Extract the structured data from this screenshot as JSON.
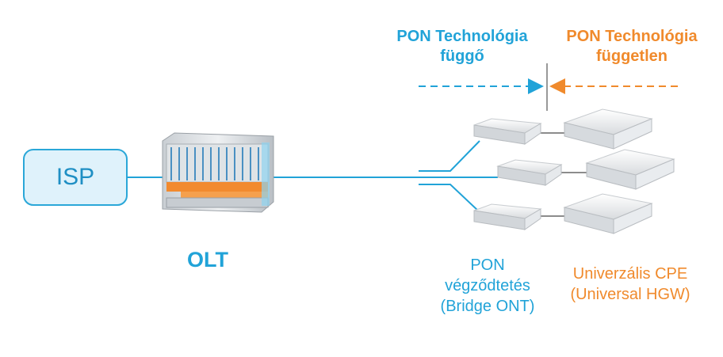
{
  "isp": {
    "label": "ISP"
  },
  "olt": {
    "label": "OLT"
  },
  "header": {
    "dependent": {
      "line1": "PON Technológia",
      "line2": "függő"
    },
    "independent": {
      "line1": "PON Technológia",
      "line2": "független"
    }
  },
  "ont": {
    "line1": "PON",
    "line2": "végződtetés",
    "line3": "(Bridge ONT)"
  },
  "cpe": {
    "line1": "Univerzális CPE",
    "line2": "(Universal HGW)"
  },
  "colors": {
    "blue": "#21a3d8",
    "orange": "#f08a2c",
    "box_fill": "#dff2fb",
    "box_stroke": "#2aa7d8"
  }
}
